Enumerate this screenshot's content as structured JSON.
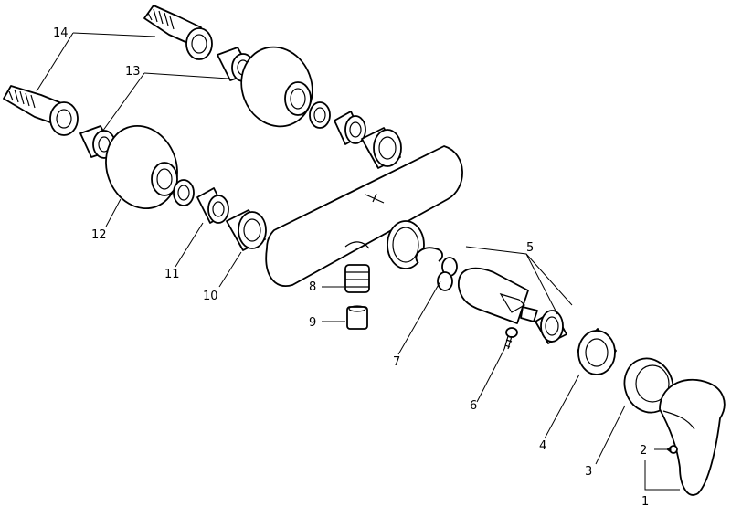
{
  "parts": [
    {
      "id": "p1",
      "label": "1"
    },
    {
      "id": "p2",
      "label": "2"
    },
    {
      "id": "p3",
      "label": "3"
    },
    {
      "id": "p4",
      "label": "4"
    },
    {
      "id": "p5",
      "label": "5"
    },
    {
      "id": "p6",
      "label": "6"
    },
    {
      "id": "p7",
      "label": "7"
    },
    {
      "id": "p8",
      "label": "8"
    },
    {
      "id": "p9",
      "label": "9"
    },
    {
      "id": "p10",
      "label": "10"
    },
    {
      "id": "p11",
      "label": "11"
    },
    {
      "id": "p12",
      "label": "12"
    },
    {
      "id": "p13",
      "label": "13"
    },
    {
      "id": "p14",
      "label": "14"
    }
  ]
}
